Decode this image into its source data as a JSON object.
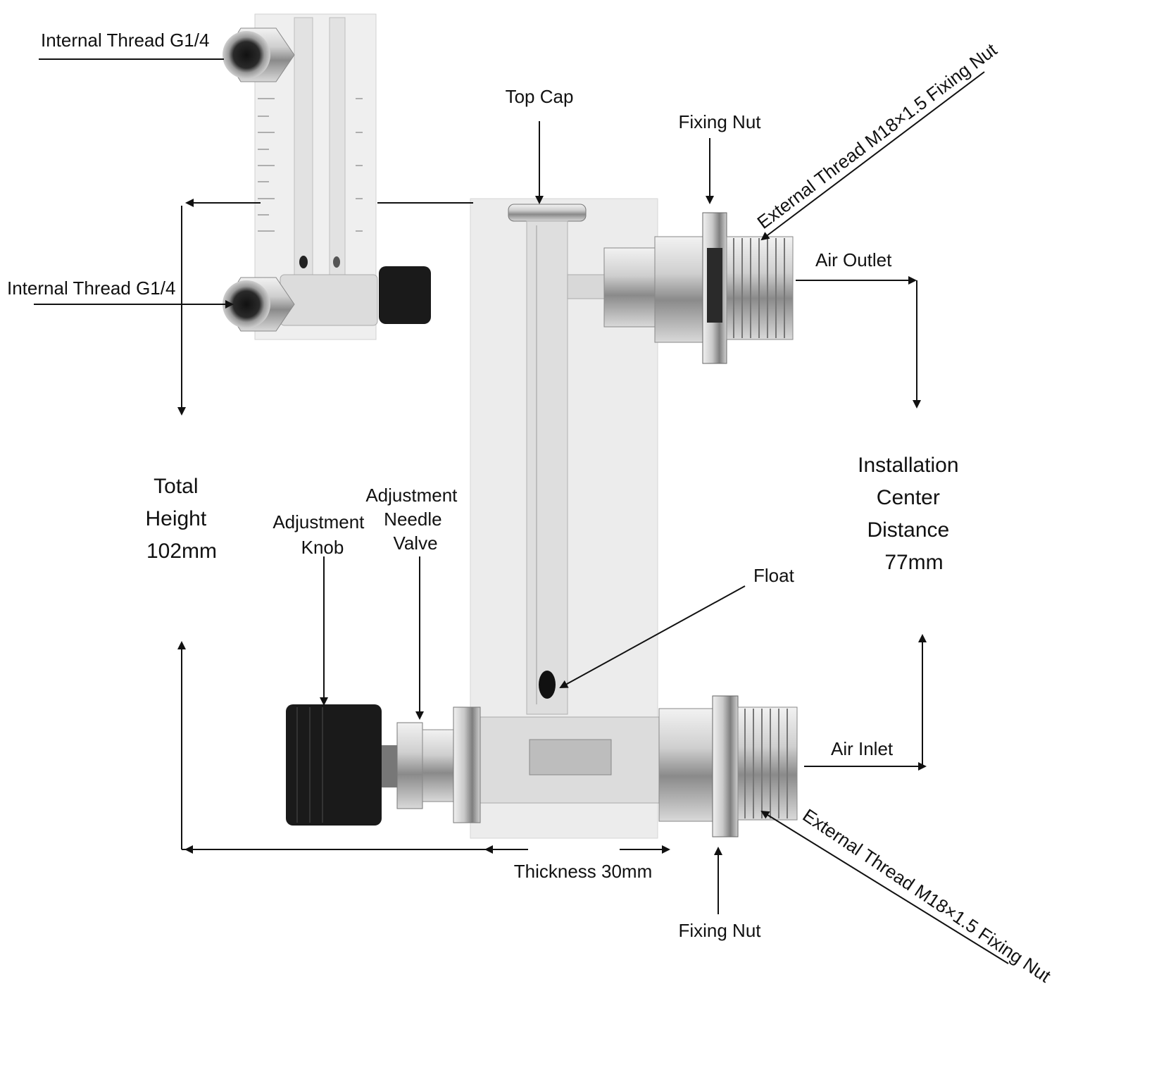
{
  "labels": {
    "internal_thread_top": "Internal Thread G1/4",
    "internal_thread_bottom": "Internal Thread G1/4",
    "top_cap": "Top Cap",
    "fixing_nut_top": "Fixing Nut",
    "external_thread_top": "External Thread M18×1.5 Fixing Nut",
    "air_outlet": "Air Outlet",
    "total_height": [
      "Total",
      "Height",
      "102mm"
    ],
    "installation_center": [
      "Installation",
      "Center",
      "Distance",
      "77mm"
    ],
    "adjustment_knob": [
      "Adjustment",
      "Knob"
    ],
    "adjustment_needle_valve": [
      "Adjustment",
      "Needle",
      "Valve"
    ],
    "float": "Float",
    "air_inlet": "Air Inlet",
    "thickness": "Thickness 30mm",
    "fixing_nut_bottom": "Fixing Nut",
    "external_thread_bottom": "External Thread M18×1.5 Fixing Nut"
  },
  "colors": {
    "ink": "#111111",
    "acrylic": "#e9e9e9",
    "metal_light": "#d6d6d6",
    "metal_dark": "#7a7a7a",
    "knob": "#1a1a1a"
  }
}
